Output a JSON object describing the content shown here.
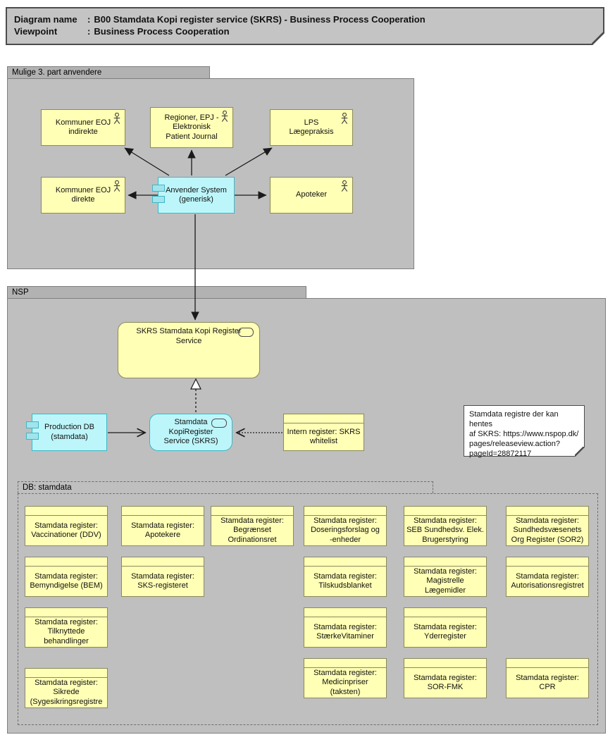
{
  "title_block": {
    "rows": [
      {
        "label": "Diagram name",
        "sep": ":",
        "value": "B00 Stamdata Kopi register service (SKRS) - Business Process Cooperation"
      },
      {
        "label": "Viewpoint",
        "sep": ":",
        "value": "Business Process Cooperation"
      }
    ]
  },
  "groups": {
    "third_party": "Mulige 3. part anvendere",
    "nsp": "NSP",
    "db": "DB: stamdata"
  },
  "nodes": {
    "kommuner_eoj_indirekte": "Kommuner EOJ\nindirekte",
    "regioner_epj": "Regioner, EPJ -\nElektronisk\nPatient Journal",
    "lps": "LPS\nLægepraksis",
    "kommuner_eoj_direkte": "Kommuner EOJ\ndirekte",
    "anvender_system": "Anvender System\n(generisk)",
    "apoteker": "Apoteker",
    "skrs_register_service": "SKRS Stamdata Kopi Register\nService",
    "production_db": "Production DB\n(stamdata)",
    "stamdata_kopiregister": "Stamdata\nKopiRegister\nService (SKRS)",
    "intern_register": "Intern register: SKRS\nwhitelist"
  },
  "note": {
    "text": "Stamdata registre der kan hentes\naf SKRS: https://www.nspop.dk/\npages/releaseview.action?\npageId=28872117"
  },
  "registers": [
    {
      "text": "Stamdata register:\nVaccinationer (DDV)"
    },
    {
      "text": "Stamdata register:\nApotekere"
    },
    {
      "text": "Stamdata register:\nBegrænset\nOrdinationsret"
    },
    {
      "text": "Stamdata register:\nDoseringsforslag og\n-enheder"
    },
    {
      "text": "Stamdata register:\nSEB Sundhedsv. Elek.\nBrugerstyring"
    },
    {
      "text": "Stamdata register:\nSundhedsvæsenets\nOrg Register (SOR2)"
    },
    {
      "text": "Stamdata register:\nBemyndigelse (BEM)"
    },
    {
      "text": "Stamdata register:\nSKS-registeret"
    },
    {
      "text": "Stamdata register:\nTilskudsblanket"
    },
    {
      "text": "Stamdata register:\nMagistrelle\nLægemidler"
    },
    {
      "text": "Stamdata register:\nAutorisationsregistret"
    },
    {
      "text": "Stamdata register:\nTilknyttede\nbehandlinger"
    },
    {
      "text": "Stamdata register:\nStærkeVitaminer"
    },
    {
      "text": "Stamdata register:\nYderregister"
    },
    {
      "text": "Stamdata register:\nSikrede\n(Sygesikringsregistre"
    },
    {
      "text": "Stamdata register:\nMedicinpriser\n(taksten)"
    },
    {
      "text": "Stamdata register:\nSOR-FMK"
    },
    {
      "text": "Stamdata register:\nCPR"
    }
  ],
  "colors": {
    "business_yellow": "#FFFFB5",
    "yellow_border": "#8A8A60",
    "application_cyan": "#BDF6FA",
    "cyan_border": "#41B5C6",
    "group_gray": "#BFBFBF",
    "group_tab_gray": "#B2B2B2",
    "title_gray": "#C4C4C4",
    "note_white": "#FFFFFF",
    "line_black": "#1A1A1A"
  },
  "icons": {
    "actor": "stick-figure",
    "service": "rounded-rectangle-outline",
    "component": "component-tabs"
  }
}
